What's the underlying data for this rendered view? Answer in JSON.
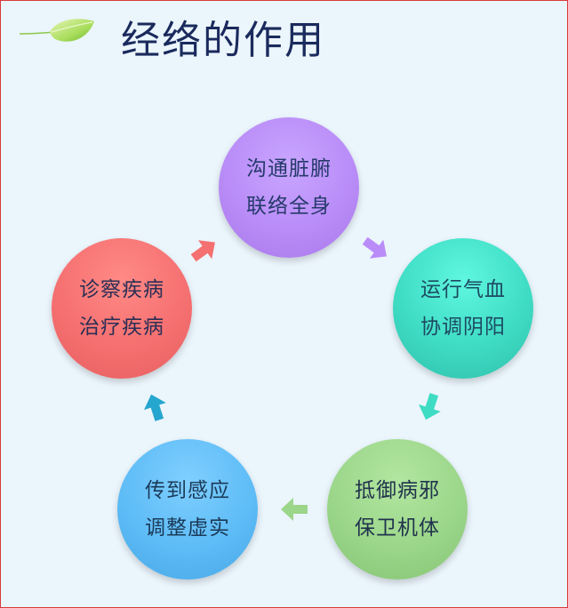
{
  "title": "经络的作用",
  "nodes": [
    {
      "line1": "沟通脏腑",
      "line2": "联络全身",
      "color": "#b98cf7"
    },
    {
      "line1": "运行气血",
      "line2": "协调阴阳",
      "color": "#3fdcc4"
    },
    {
      "line1": "抵御病邪",
      "line2": "保卫机体",
      "color": "#9bd68a"
    },
    {
      "line1": "传到感应",
      "line2": "调整虚实",
      "color": "#5ebcf6"
    },
    {
      "line1": "诊察疾病",
      "line2": "治疗疾病",
      "color": "#f57070"
    }
  ],
  "arrows": [
    {
      "from": "沟通脏腑",
      "to": "运行气血",
      "color": "#b98cf7"
    },
    {
      "from": "运行气血",
      "to": "抵御病邪",
      "color": "#3fdcc4"
    },
    {
      "from": "抵御病邪",
      "to": "传到感应",
      "color": "#9bd68a"
    },
    {
      "from": "传到感应",
      "to": "诊察疾病",
      "color": "#25a6cf"
    },
    {
      "from": "诊察疾病",
      "to": "沟通脏腑",
      "color": "#f57070"
    }
  ],
  "icons": {
    "leaf": "leaf-icon"
  },
  "colors": {
    "background": "#ebf5fc",
    "title": "#1a2a5c",
    "border": "#d83a3a"
  }
}
